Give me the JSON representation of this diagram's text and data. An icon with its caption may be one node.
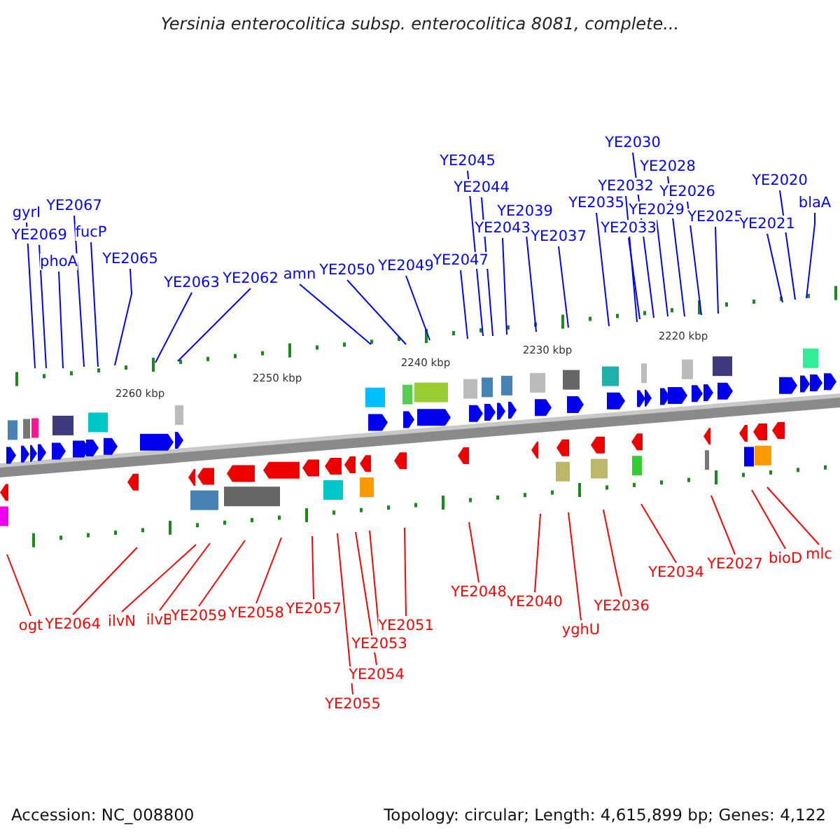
{
  "diagram": {
    "title": "Yersinia enterocolitica subsp. enterocolitica 8081, complete...",
    "nodes": [
      {
        "text": [
          "gyrI"
        ]
      },
      {
        "text": [
          "YE2069"
        ]
      },
      {
        "text": [
          "phoA"
        ]
      },
      {
        "text": [
          "YE2067"
        ]
      },
      {
        "text": [
          "fucP"
        ]
      },
      {
        "text": [
          "YE2065"
        ]
      },
      {
        "text": [
          "YE2063"
        ]
      },
      {
        "text": [
          "YE2062"
        ]
      },
      {
        "text": [
          "amn"
        ]
      },
      {
        "text": [
          "YE2050"
        ]
      },
      {
        "text": [
          "YE2049"
        ]
      },
      {
        "text": [
          "YE2047"
        ]
      },
      {
        "text": [
          "YE2045"
        ]
      },
      {
        "text": [
          "YE2044"
        ]
      },
      {
        "text": [
          "YE2043"
        ]
      },
      {
        "text": [
          "YE2039"
        ]
      },
      {
        "text": [
          "YE2037"
        ]
      },
      {
        "text": [
          "YE2035"
        ]
      },
      {
        "text": [
          "YE2032"
        ]
      },
      {
        "text": [
          "YE2033"
        ]
      },
      {
        "text": [
          "YE2030"
        ]
      },
      {
        "text": [
          "YE2029"
        ]
      },
      {
        "text": [
          "YE2028"
        ]
      },
      {
        "text": [
          "YE2026"
        ]
      },
      {
        "text": [
          "YE2025"
        ]
      },
      {
        "text": [
          "YE2021"
        ]
      },
      {
        "text": [
          "YE2020"
        ]
      },
      {
        "text": [
          "blaA"
        ]
      },
      {
        "text": [
          "ogt"
        ]
      },
      {
        "text": [
          "YE2064"
        ]
      },
      {
        "text": [
          "ilvN"
        ]
      },
      {
        "text": [
          "ilvB"
        ]
      },
      {
        "text": [
          "YE2059"
        ]
      },
      {
        "text": [
          "YE2058"
        ]
      },
      {
        "text": [
          "YE2057"
        ]
      },
      {
        "text": [
          "YE2053"
        ]
      },
      {
        "text": [
          "YE2054"
        ]
      },
      {
        "text": [
          "YE2055"
        ]
      },
      {
        "text": [
          "YE2051"
        ]
      },
      {
        "text": [
          "YE2048"
        ]
      },
      {
        "text": [
          "YE2040"
        ]
      },
      {
        "text": [
          "yghU"
        ]
      },
      {
        "text": [
          "YE2036"
        ]
      },
      {
        "text": [
          "YE2034"
        ]
      },
      {
        "text": [
          "YE2027"
        ]
      },
      {
        "text": [
          "bioD"
        ]
      },
      {
        "text": [
          "mlc"
        ]
      }
    ],
    "edges": [
      {
        "from": 0,
        "to": null,
        "arrow": "none"
      },
      {
        "from": 1,
        "to": null,
        "arrow": "none"
      },
      {
        "from": 2,
        "to": null,
        "arrow": "none"
      },
      {
        "from": 3,
        "to": null,
        "arrow": "none"
      },
      {
        "from": 4,
        "to": null,
        "arrow": "none"
      },
      {
        "from": 5,
        "to": null,
        "arrow": "none"
      },
      {
        "from": 6,
        "to": null,
        "arrow": "none"
      },
      {
        "from": 7,
        "to": null,
        "arrow": "none"
      },
      {
        "from": 8,
        "to": null,
        "arrow": "none"
      },
      {
        "from": 9,
        "to": null,
        "arrow": "none"
      },
      {
        "from": 10,
        "to": null,
        "arrow": "none"
      },
      {
        "from": 11,
        "to": null,
        "arrow": "none"
      },
      {
        "from": 12,
        "to": null,
        "arrow": "none"
      },
      {
        "from": 13,
        "to": null,
        "arrow": "none"
      },
      {
        "from": 14,
        "to": null,
        "arrow": "none"
      },
      {
        "from": 15,
        "to": null,
        "arrow": "none"
      },
      {
        "from": 16,
        "to": null,
        "arrow": "none"
      },
      {
        "from": 17,
        "to": null,
        "arrow": "none"
      },
      {
        "from": 18,
        "to": null,
        "arrow": "none"
      },
      {
        "from": 19,
        "to": null,
        "arrow": "none"
      },
      {
        "from": 20,
        "to": null,
        "arrow": "none"
      },
      {
        "from": 21,
        "to": null,
        "arrow": "none"
      },
      {
        "from": 22,
        "to": null,
        "arrow": "none"
      },
      {
        "from": 23,
        "to": null,
        "arrow": "none"
      },
      {
        "from": 24,
        "to": null,
        "arrow": "none"
      },
      {
        "from": 25,
        "to": null,
        "arrow": "none"
      },
      {
        "from": 26,
        "to": null,
        "arrow": "none"
      },
      {
        "from": 27,
        "to": null,
        "arrow": "none"
      },
      {
        "from": 28,
        "to": null,
        "arrow": "none",
        "color": "#ff0000"
      },
      {
        "from": 29,
        "to": null,
        "arrow": "none",
        "color": "#ff0000"
      },
      {
        "from": 30,
        "to": null,
        "arrow": "none",
        "color": "#ff0000"
      },
      {
        "from": 31,
        "to": null,
        "arrow": "none",
        "color": "#ff0000"
      },
      {
        "from": 32,
        "to": null,
        "arrow": "none",
        "color": "#ff0000"
      },
      {
        "from": 33,
        "to": null,
        "arrow": "none",
        "color": "#ff0000"
      },
      {
        "from": 34,
        "to": null,
        "arrow": "none",
        "color": "#ff0000"
      },
      {
        "from": 35,
        "to": null,
        "arrow": "none",
        "color": "#ff0000"
      },
      {
        "from": 36,
        "to": null,
        "arrow": "none",
        "color": "#ff0000"
      },
      {
        "from": 37,
        "to": null,
        "arrow": "none",
        "color": "#ff0000"
      },
      {
        "from": 38,
        "to": null,
        "arrow": "none",
        "color": "#ff0000"
      },
      {
        "from": 39,
        "to": null,
        "arrow": "none",
        "color": "#ff0000"
      },
      {
        "from": 40,
        "to": null,
        "arrow": "none",
        "color": "#ff0000"
      },
      {
        "from": 41,
        "to": null,
        "arrow": "none",
        "color": "#ff0000"
      },
      {
        "from": 42,
        "to": null,
        "arrow": "none",
        "color": "#ff0000"
      },
      {
        "from": 43,
        "to": null,
        "arrow": "none",
        "color": "#ff0000"
      },
      {
        "from": 44,
        "to": null,
        "arrow": "none",
        "color": "#ff0000"
      },
      {
        "from": 45,
        "to": null,
        "arrow": "none",
        "color": "#ff0000"
      },
      {
        "from": 46,
        "to": null,
        "arrow": "none",
        "color": "#ff0000"
      }
    ],
    "labels": [
      "2260 kbp",
      "2250 kbp",
      "2240 kbp",
      "2230 kbp",
      "2220 kbp",
      "Accession: NC_008800",
      "Topology: circular; Length: 4,615,899 bp; Genes: 4,122"
    ]
  }
}
